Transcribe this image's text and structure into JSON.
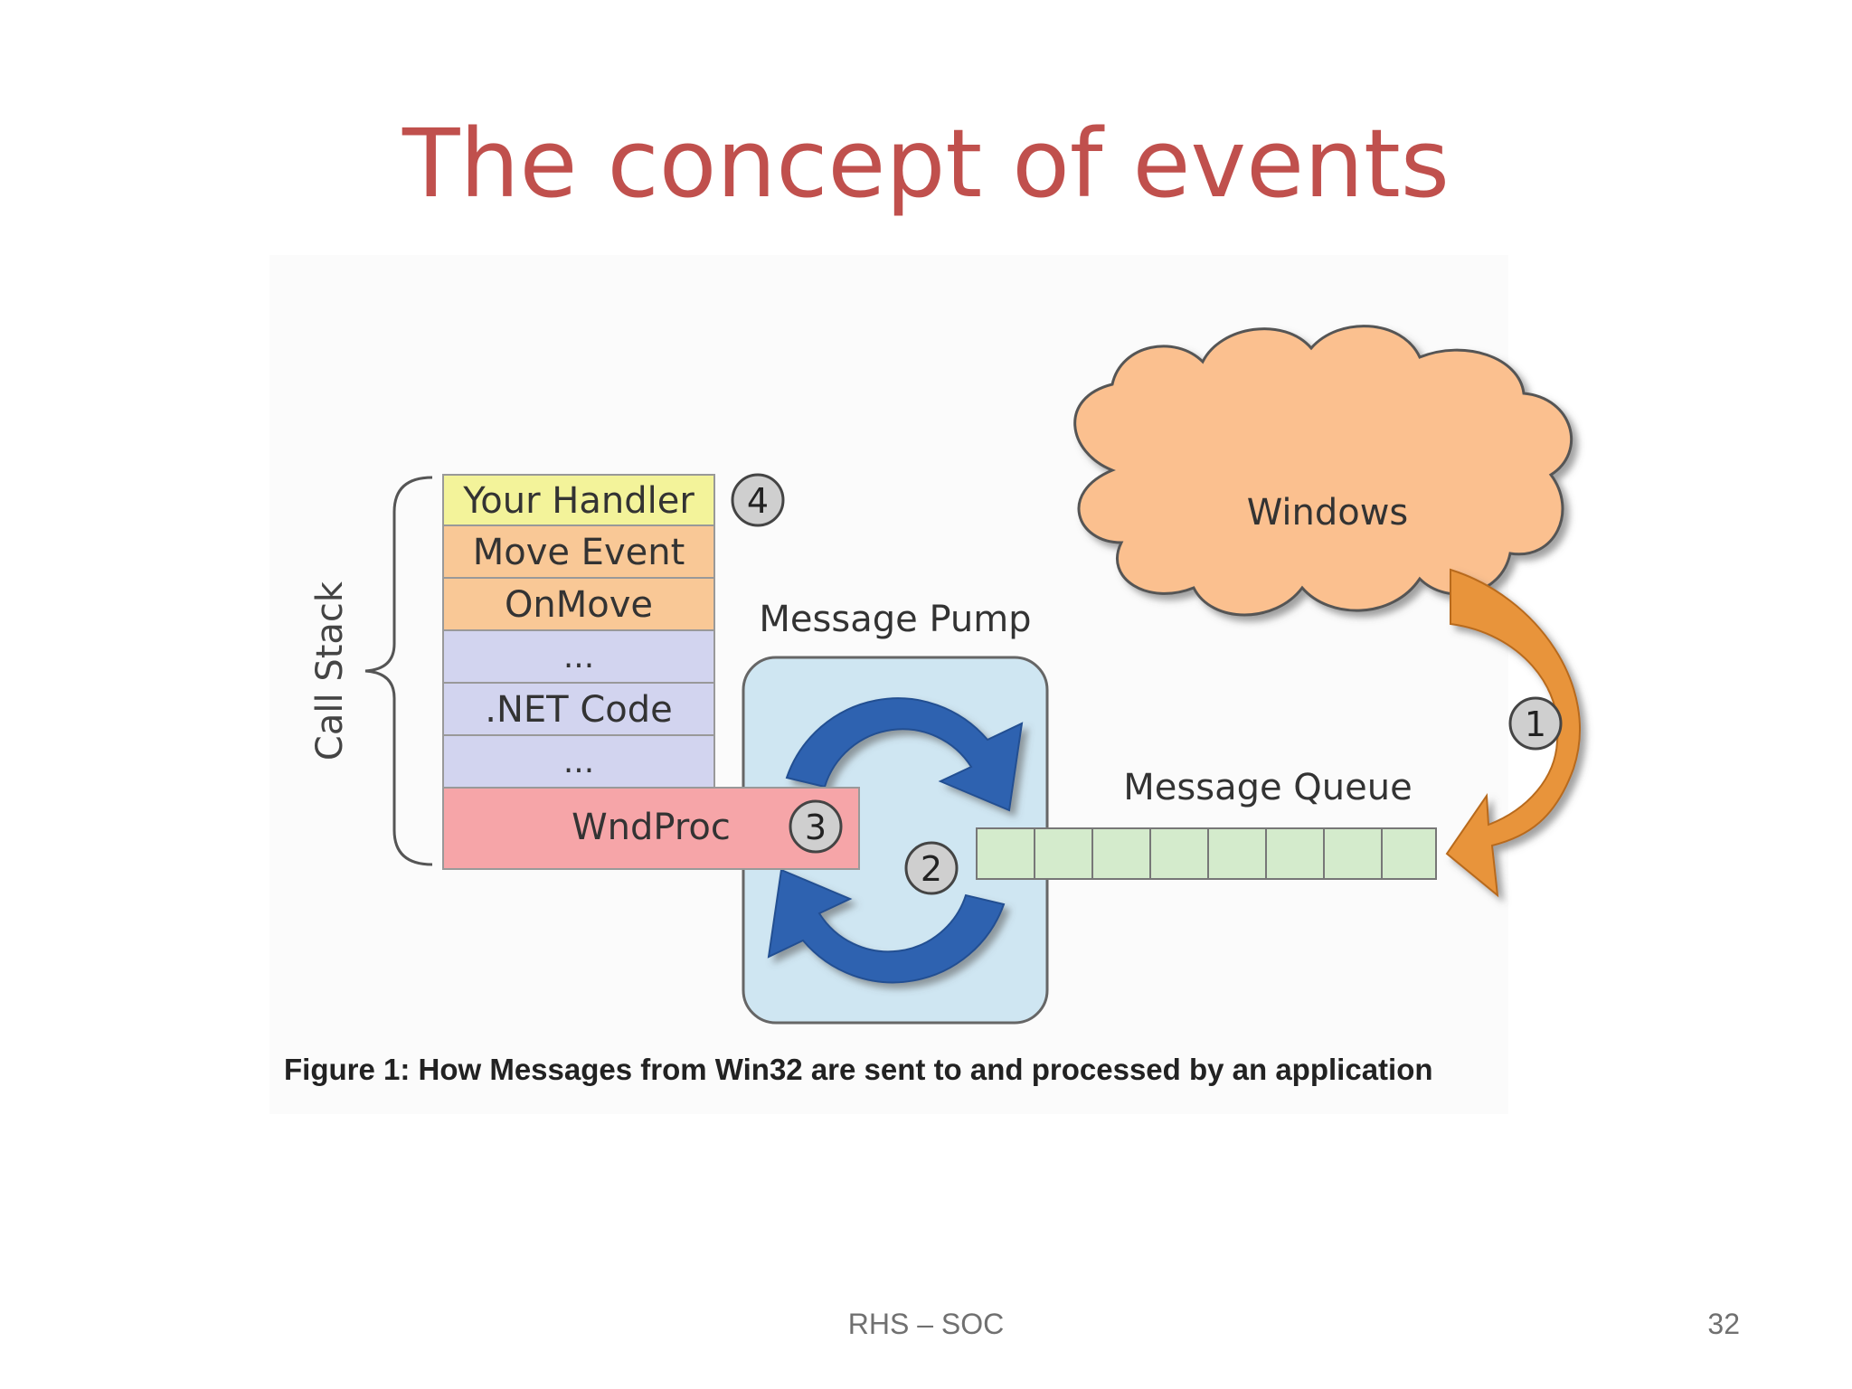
{
  "slide": {
    "title": "The concept of events",
    "footer": "RHS – SOC",
    "page_number": "32"
  },
  "diagram": {
    "call_stack_label": "Call Stack",
    "stack_items": [
      "Your Handler",
      "Move Event",
      "OnMove",
      "...",
      ".NET Code",
      "...",
      "WndProc"
    ],
    "message_pump_label": "Message Pump",
    "message_queue_label": "Message Queue",
    "windows_label": "Windows",
    "step_badges": [
      "1",
      "2",
      "3",
      "4"
    ],
    "caption": "Figure 1: How Messages from Win32 are sent to and processed by an application",
    "colors": {
      "handler": "#f3f39a",
      "event": "#f9c896",
      "stack": "#d2d4ef",
      "wndproc": "#f6a5a8",
      "pump_box": "#cfe6f2",
      "pump_arrow": "#2f62b0",
      "queue_cell": "#d4ebcc",
      "cloud": "#fbc08f",
      "orange_arrow": "#e8943a",
      "badge": "#cfcfcf"
    }
  }
}
